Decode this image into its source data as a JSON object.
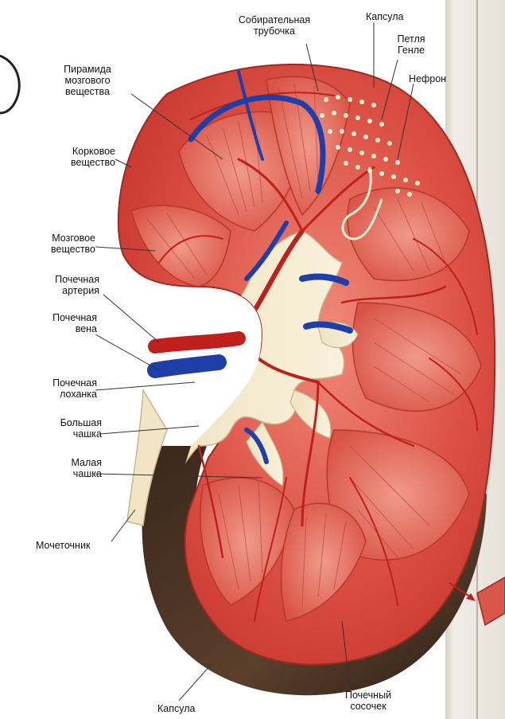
{
  "labels": {
    "collecting_duct": "Собирательная\nтрубочка",
    "capsule_top": "Капсула",
    "loop_henle": "Петля\nГенле",
    "nephron": "Нефрон",
    "medullary_pyramid": "Пирамида\nмозгового\nвещества",
    "cortex": "Корковое\nвещество",
    "medulla": "Мозговое\nвещество",
    "renal_artery": "Почечная\nартерия",
    "renal_vein": "Почечная\nвена",
    "renal_pelvis": "Почечная\nлоханка",
    "major_calyx": "Большая\nчашка",
    "minor_calyx": "Малая\nчашка",
    "ureter": "Мочеточник",
    "capsule_bottom": "Капсула",
    "renal_papilla": "Почечный\nсосочек"
  },
  "colors": {
    "background": "#ffffff",
    "wall": "#ece8e0",
    "cortex": "#d9453b",
    "cortex_light": "#ea7a6c",
    "medulla": "#e2675b",
    "pelvis": "#f4ecd0",
    "capsule": "#4a3426",
    "artery": "#c81c18",
    "vein": "#1f3fa8",
    "leader_line": "#333333"
  }
}
